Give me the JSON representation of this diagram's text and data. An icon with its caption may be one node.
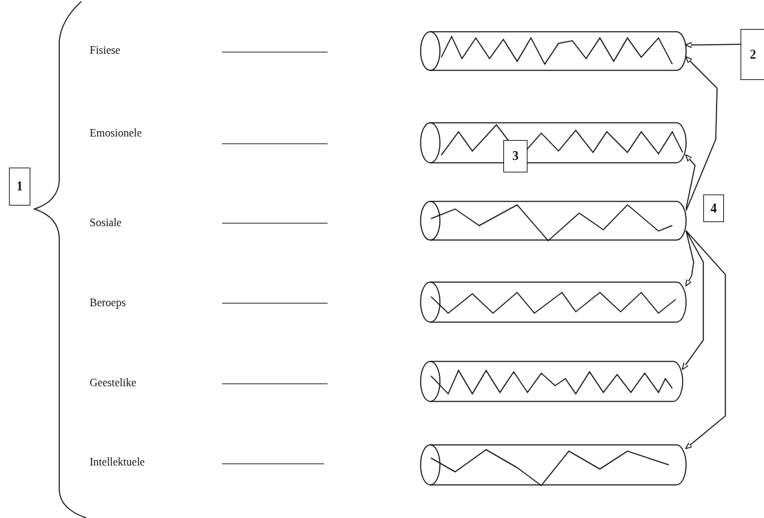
{
  "diagram": {
    "nodes": [
      {
        "text": [
          "1"
        ]
      },
      {
        "text": [],
        "shape": "cylinder"
      },
      {
        "text": [],
        "shape": "cylinder"
      },
      {
        "text": [],
        "shape": "cylinder"
      },
      {
        "text": [],
        "shape": "cylinder"
      },
      {
        "text": [],
        "shape": "cylinder"
      },
      {
        "text": [],
        "shape": "cylinder"
      },
      {
        "text": [
          "2"
        ]
      },
      {
        "text": [
          "3"
        ]
      },
      {
        "text": [
          "4"
        ]
      }
    ],
    "edges": [
      {
        "from": 7,
        "to": 1,
        "arrow": "to"
      },
      {
        "from": 3,
        "to": 1,
        "arrow": "to"
      },
      {
        "from": 3,
        "to": 2,
        "arrow": "to"
      },
      {
        "from": 3,
        "to": 4,
        "arrow": "to"
      },
      {
        "from": 3,
        "to": 5,
        "arrow": "to"
      },
      {
        "from": 3,
        "to": 6,
        "arrow": "to"
      }
    ],
    "labels": [
      "Fisiese",
      "Emosionele",
      "Sosiale",
      "Beroeps",
      "Geestelike",
      "Intellektuele"
    ]
  }
}
